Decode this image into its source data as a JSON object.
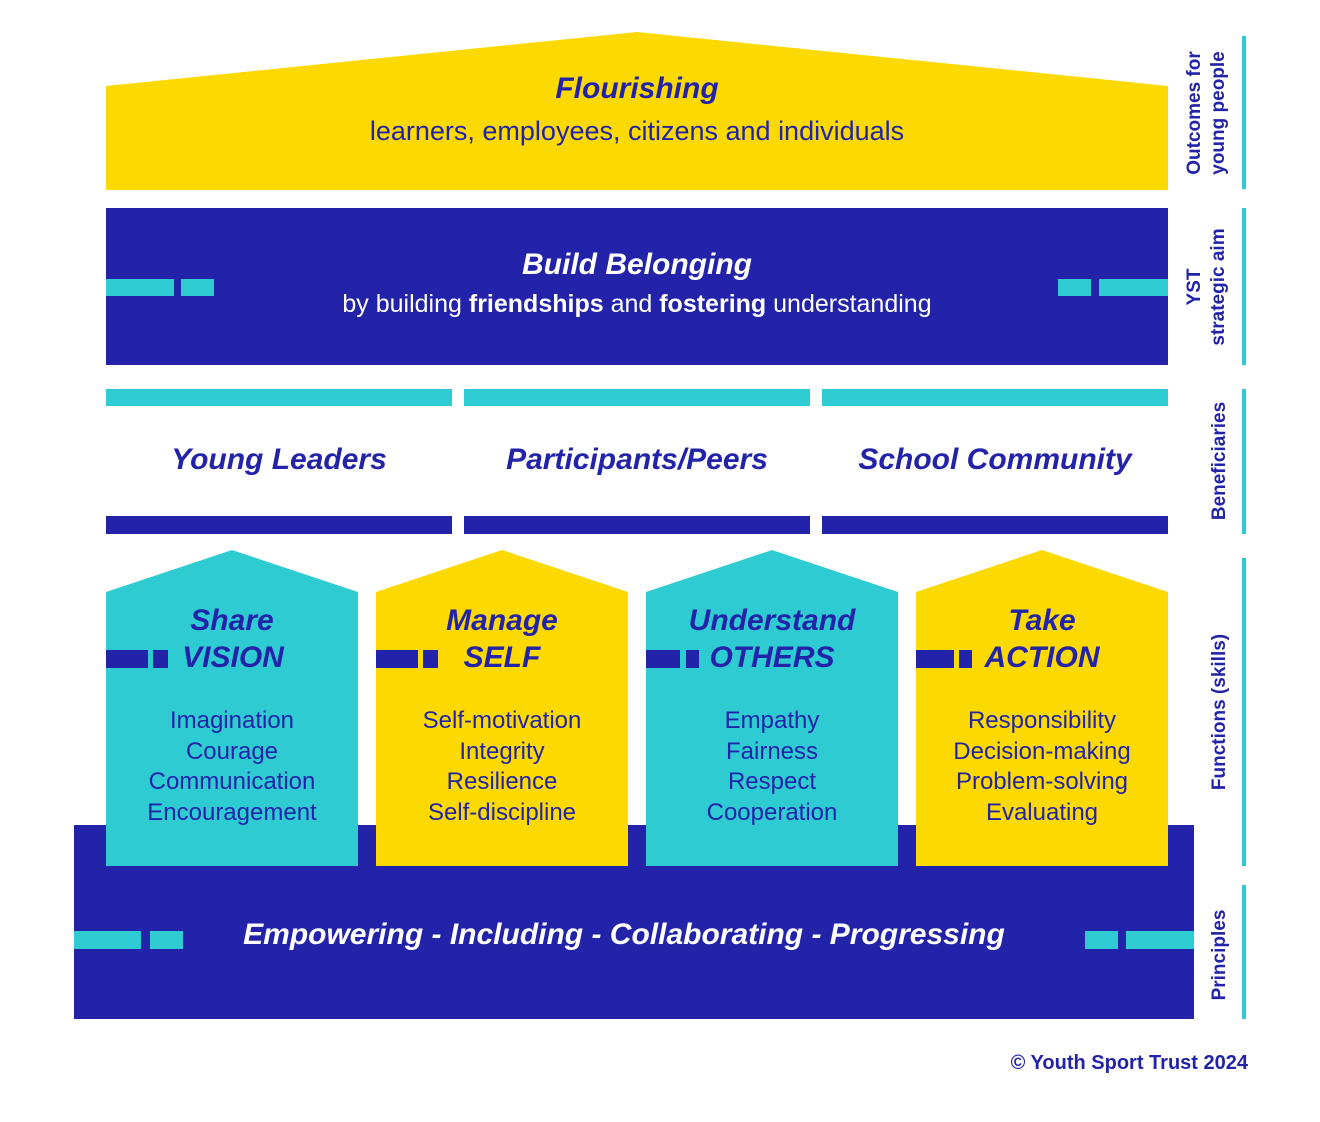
{
  "roof": {
    "title": "Flourishing",
    "subtitle": "learners, employees, citizens and individuals"
  },
  "aim": {
    "title": "Build Belonging",
    "sub_1": "by building ",
    "sub_2": "friendships",
    "sub_3": " and ",
    "sub_4": "fostering",
    "sub_5": " understanding"
  },
  "beneficiaries": [
    "Young Leaders",
    "Participants/Peers",
    "School Community"
  ],
  "functions": [
    {
      "line1": "Share",
      "line2": "VISION",
      "items": [
        "Imagination",
        "Courage",
        "Communication",
        "Encouragement"
      ]
    },
    {
      "line1": "Manage",
      "line2": "SELF",
      "items": [
        "Self-motivation",
        "Integrity",
        "Resilience",
        "Self-discipline"
      ]
    },
    {
      "line1": "Understand",
      "line2": "OTHERS",
      "items": [
        "Empathy",
        "Fairness",
        "Respect",
        "Cooperation"
      ]
    },
    {
      "line1": "Take",
      "line2": "ACTION",
      "items": [
        "Responsibility",
        "Decision-making",
        "Problem-solving",
        "Evaluating"
      ]
    }
  ],
  "principles": "Empowering - Including - Collaborating - Progressing",
  "side_labels": {
    "outcomes_1": "Outcomes for",
    "outcomes_2": "young people",
    "aim_1": "YST",
    "aim_2": "strategic aim",
    "beneficiaries": "Beneficiaries",
    "functions": "Functions (skills)",
    "principles": "Principles"
  },
  "copyright": "© Youth Sport Trust 2024",
  "colors": {
    "navy": "#2223a8",
    "cyan": "#2ecbd3",
    "yellow": "#fcd900"
  }
}
